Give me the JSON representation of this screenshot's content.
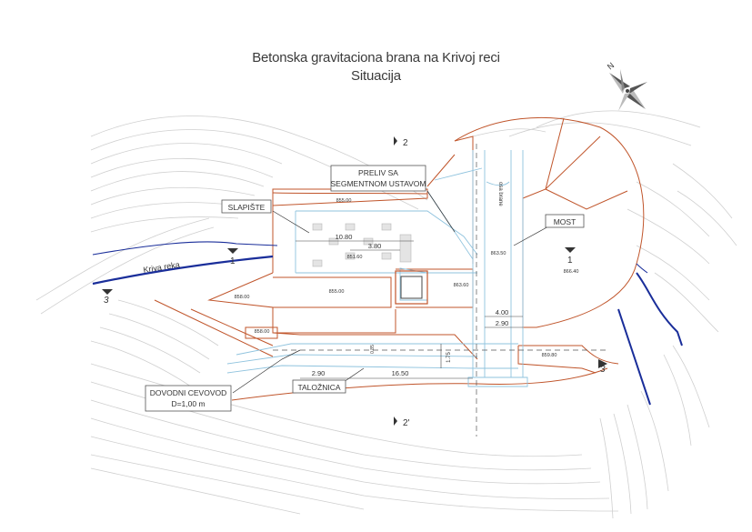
{
  "title": "Betonska gravitaciona brana na Krivoj reci",
  "subtitle": "Situacija",
  "north": "N",
  "callouts": {
    "preliv_line1": "PRELIV SA",
    "preliv_line2": "SEGMENTNOM USTAVOM",
    "slapiste": "SLAPIŠTE",
    "most": "MOST",
    "talozica": "TALOŽNICA",
    "dovodni_line1": "DOVODNI CEVOVOD",
    "dovodni_line2": "D=1,00 m"
  },
  "river": "Kriva reka",
  "axis_label": "osa brane",
  "sections": {
    "s2_top": "2",
    "s2_bottom": "2'",
    "s1_left": "1",
    "s1_right": "1",
    "s3_left": "3",
    "s3_right": "3"
  },
  "elevations": {
    "e855_top": "855.00",
    "e851_60": "851.60",
    "e855_mid": "855.00",
    "e863_50": "863.50",
    "e863_60": "863.60",
    "e866_40": "866.40",
    "e859_80": "859.80",
    "e858_00": "858.00",
    "e858_b": "858.00"
  },
  "dimensions": {
    "d10_80": "10.80",
    "d3_80": "3.80",
    "d4_00": "4.00",
    "d2_90_right": "2.90",
    "d1_75": "1.75",
    "d2_90_bottom": "2.90",
    "d16_50": "16.50",
    "d0_85": "0.85"
  },
  "colors": {
    "terrain": "#c9c9c9",
    "structure": "#c0552b",
    "water": "#1a2e9a",
    "blue_lines": "#8fc3de",
    "text": "#333333"
  }
}
